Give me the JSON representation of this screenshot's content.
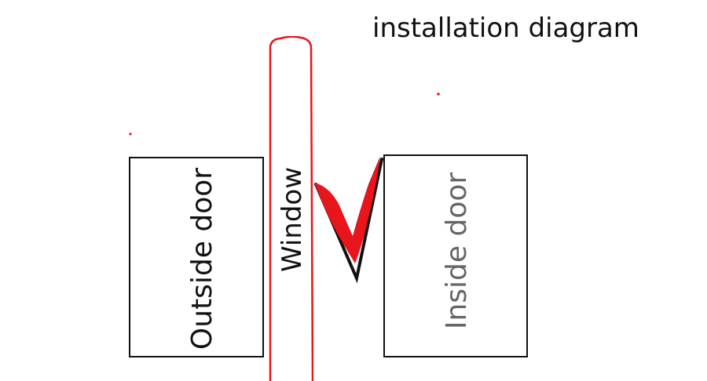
{
  "title": "installation diagram",
  "labels": {
    "outside_door": "Outside door",
    "window": "Window",
    "inside_door": "Inside door"
  },
  "colors": {
    "outline": "#111111",
    "window_outline": "#e8161c",
    "seal_fill": "#e8161c",
    "inside_text": "#666666"
  }
}
